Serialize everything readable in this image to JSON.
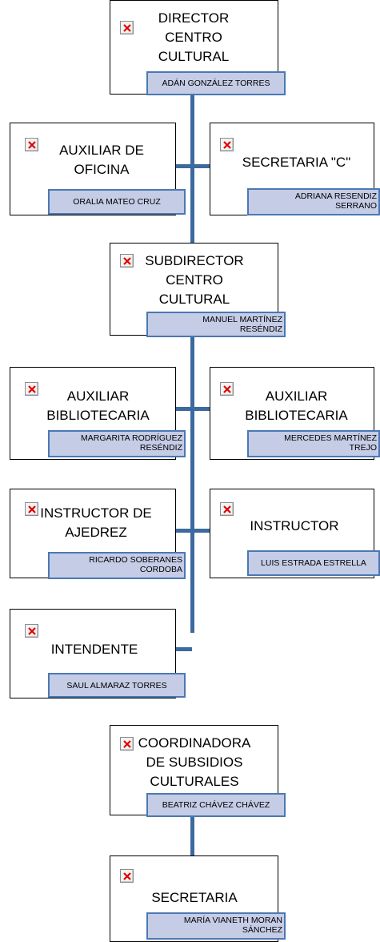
{
  "org_chart": {
    "director": {
      "title": "DIRECTOR\nCENTRO\nCULTURAL",
      "name": "ADÁN GONZÁLEZ TORRES"
    },
    "aux_oficina": {
      "title": "AUXILIAR DE\nOFICINA",
      "name": "ORALIA MATEO CRUZ"
    },
    "secretaria_c": {
      "title": "SECRETARIA \"C\"",
      "name_line1": "ADRIANA RESENDIZ",
      "name_line2": "SERRANO"
    },
    "subdirector": {
      "title": "SUBDIRECTOR\nCENTRO\nCULTURAL",
      "name_line1": "MANUEL MARTÍNEZ",
      "name_line2": "RESÉNDIZ"
    },
    "aux_biblio_left": {
      "title": "AUXILIAR\nBIBLIOTECARIA",
      "name_line1": "MARGARITA RODRÍGUEZ",
      "name_line2": "RESÉNDIZ"
    },
    "aux_biblio_right": {
      "title": "AUXILIAR\nBIBLIOTECARIA",
      "name_line1": "MERCEDES MARTÍNEZ",
      "name_line2": "TREJO"
    },
    "instructor_ajedrez": {
      "title": "INSTRUCTOR DE\nAJEDREZ",
      "name_line1": "RICARDO SOBERANES",
      "name_line2": "CORDOBA"
    },
    "instructor": {
      "title": "INSTRUCTOR",
      "name": "LUIS ESTRADA ESTRELLA"
    },
    "intendente": {
      "title": "INTENDENTE",
      "name": "SAUL ALMARAZ TORRES"
    },
    "coordinadora": {
      "title": "COORDINADORA\nDE SUBSIDIOS\nCULTURALES",
      "name": "BEATRIZ CHÁVEZ CHÁVEZ"
    },
    "secretaria": {
      "title": "SECRETARIA",
      "name_line1": "MARÍA VIANETH MORAN",
      "name_line2": "SÁNCHEZ"
    }
  },
  "colors": {
    "connector": "#3d6a9e",
    "name_fill": "#c5cce6",
    "name_border": "#4b78b3",
    "box_border": "#000000"
  },
  "icons": {
    "broken_image": "broken-image-icon"
  }
}
